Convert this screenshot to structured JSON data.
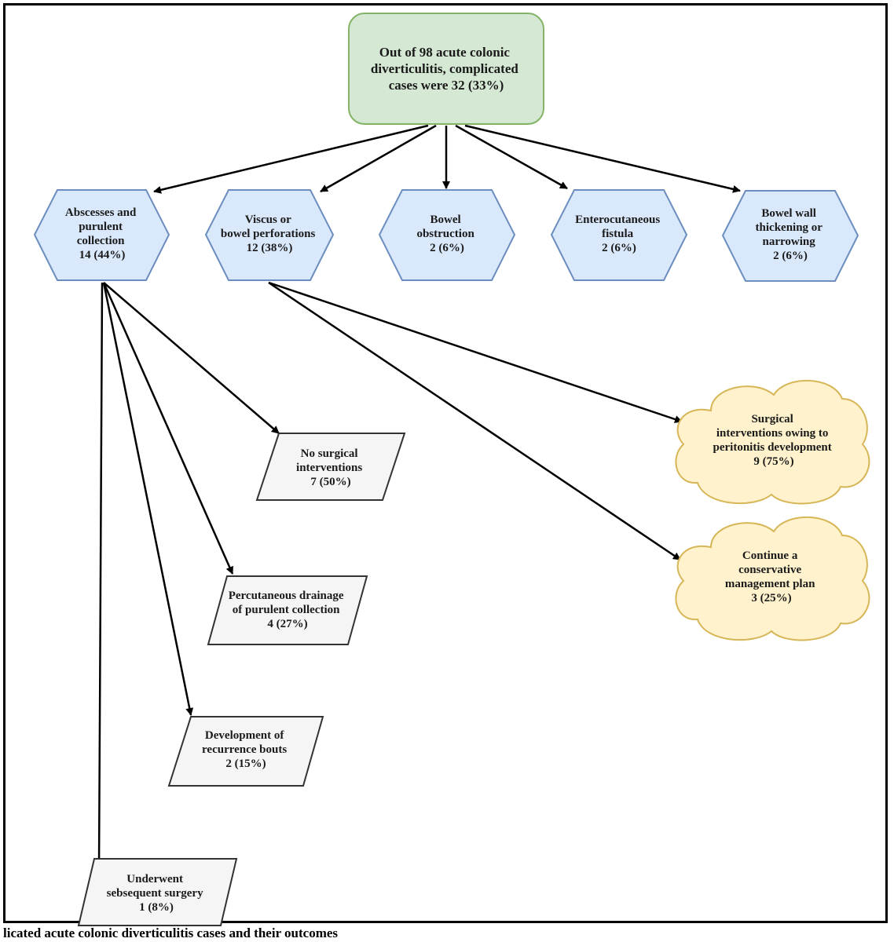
{
  "diagram": {
    "root": {
      "lines": [
        "Out of 98 acute colonic",
        "diverticulitis, complicated",
        "cases were 32 (33%)"
      ]
    },
    "categories": [
      {
        "id": "abscess",
        "lines": [
          "Abscesses and",
          "purulent",
          "collection",
          "14 (44%)"
        ]
      },
      {
        "id": "perforation",
        "lines": [
          "Viscus or",
          "bowel perforations",
          "12 (38%)"
        ]
      },
      {
        "id": "obstruction",
        "lines": [
          "Bowel",
          "obstruction",
          "2 (6%)"
        ]
      },
      {
        "id": "fistula",
        "lines": [
          "Enterocutaneous",
          "fistula",
          "2 (6%)"
        ]
      },
      {
        "id": "thickening",
        "lines": [
          "Bowel wall",
          "thickening or",
          "narrowing",
          "2 (6%)"
        ]
      }
    ],
    "abscess_outcomes": [
      {
        "id": "no-surgery",
        "lines": [
          "No surgical",
          "interventions",
          "7 (50%)"
        ]
      },
      {
        "id": "drainage",
        "lines": [
          "Percutaneous drainage",
          "of purulent collection",
          "4 (27%)"
        ]
      },
      {
        "id": "recurrence",
        "lines": [
          "Development of",
          "recurrence bouts",
          "2 (15%)"
        ]
      },
      {
        "id": "subsequent-surgery",
        "lines": [
          "Underwent",
          "sebsequent surgery",
          "1 (8%)"
        ]
      }
    ],
    "perforation_outcomes": [
      {
        "id": "surgical",
        "lines": [
          "Surgical",
          "interventions owing to",
          "peritonitis development",
          "9 (75%)"
        ]
      },
      {
        "id": "conservative",
        "lines": [
          "Continue a",
          "conservative",
          "management plan",
          "3 (25%)"
        ]
      }
    ]
  },
  "caption": "licated acute colonic diverticulitis cases and their outcomes",
  "colors": {
    "root_fill": "#d5e8d4",
    "root_stroke": "#82b366",
    "category_fill": "#dae8fc",
    "category_stroke": "#6c8ebf",
    "outcome_fill": "#f5f5f5",
    "outcome_stroke": "#333333",
    "cloud_fill": "#fff2cc",
    "cloud_stroke": "#d6b656",
    "arrow": "#000000"
  }
}
